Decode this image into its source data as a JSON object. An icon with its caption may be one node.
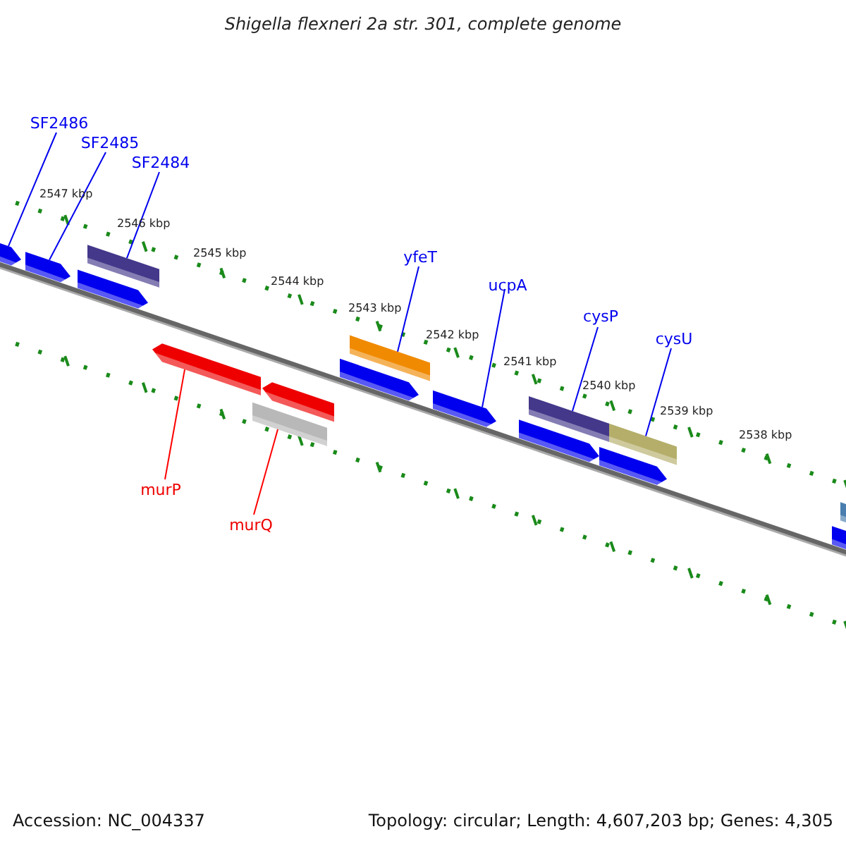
{
  "diagram": {
    "title": "Shigella flexneri 2a str. 301, complete genome",
    "nodes": [
      {
        "text": [
          "SF2486"
        ]
      },
      {
        "text": [
          "SF2485"
        ]
      },
      {
        "text": [
          "SF2484"
        ]
      },
      {
        "text": [
          "yfeT"
        ]
      },
      {
        "text": [
          "ucpA"
        ]
      },
      {
        "text": [
          "cysP"
        ]
      },
      {
        "text": [
          "cysU"
        ]
      },
      {
        "text": [
          "murP"
        ]
      },
      {
        "text": [
          "murQ"
        ]
      },
      {
        "text": [],
        "shape": "bar"
      },
      {
        "text": [],
        "shape": "bar"
      },
      {
        "text": [],
        "shape": "bar"
      },
      {
        "text": [],
        "shape": "bar"
      },
      {
        "text": [],
        "shape": "bar"
      },
      {
        "text": [],
        "shape": "bar"
      },
      {
        "text": [],
        "shape": "bar"
      },
      {
        "text": [],
        "shape": "bar"
      },
      {
        "text": [],
        "shape": "bar"
      },
      {
        "text": [],
        "shape": "bar"
      },
      {
        "text": [],
        "shape": "bar"
      },
      {
        "text": [],
        "shape": "bar"
      },
      {
        "text": [],
        "shape": "bar"
      },
      {
        "text": [],
        "shape": "bar"
      },
      {
        "text": [],
        "shape": "bar"
      },
      {
        "text": [],
        "shape": "bar"
      }
    ],
    "edges": [
      {
        "from": 0,
        "to": 9,
        "arrow": "none"
      },
      {
        "from": 1,
        "to": 10,
        "arrow": "none"
      },
      {
        "from": 2,
        "to": 12,
        "arrow": "none"
      },
      {
        "from": 3,
        "to": 17,
        "arrow": "none"
      },
      {
        "from": 4,
        "to": 18,
        "arrow": "none"
      },
      {
        "from": 5,
        "to": 20,
        "arrow": "none"
      },
      {
        "from": 6,
        "to": 22,
        "arrow": "none"
      },
      {
        "from": 7,
        "to": 13,
        "arrow": "none",
        "color": "#ff0000"
      },
      {
        "from": 8,
        "to": 14,
        "arrow": "none",
        "color": "#ff0000"
      }
    ],
    "labels": [
      "2547 kbp",
      "2546 kbp",
      "2545 kbp",
      "2544 kbp",
      "2543 kbp",
      "2542 kbp",
      "2541 kbp",
      "2540 kbp",
      "2539 kbp",
      "2538 kbp",
      "Accession: NC_004337",
      "Topology: circular; Length: 4,607,203 bp; Genes: 4,305"
    ]
  }
}
